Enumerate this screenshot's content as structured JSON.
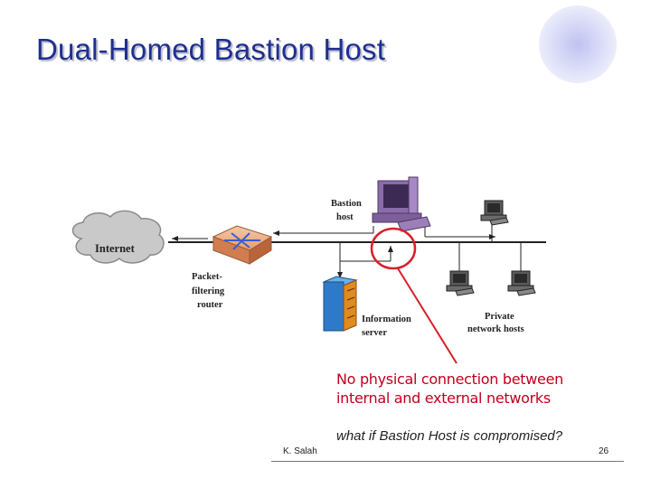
{
  "slide": {
    "title": "Dual-Homed Bastion Host"
  },
  "diagram": {
    "internet_label": "Internet",
    "router_label": [
      "Packet-",
      "filtering",
      "router"
    ],
    "bastion_label": [
      "Bastion",
      "host"
    ],
    "info_server_label": [
      "Information",
      "server"
    ],
    "private_hosts_label": [
      "Private",
      "network hosts"
    ]
  },
  "note": [
    "No physical connection between",
    "internal and external networks"
  ],
  "question": "what if Bastion Host is compromised?",
  "footer": {
    "author": "K. Salah",
    "page": "26"
  },
  "colors": {
    "title": "#1f2f8f",
    "note": "#c0001f",
    "highlight_circle": "#d8202a"
  }
}
